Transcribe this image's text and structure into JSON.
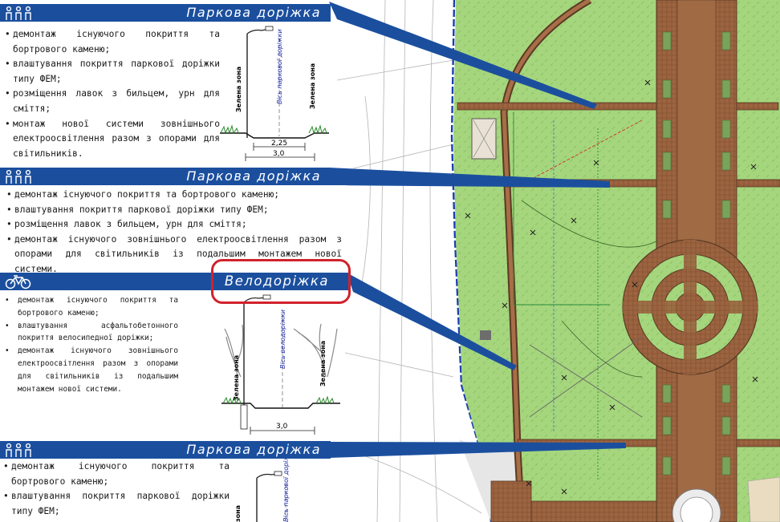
{
  "sections": [
    {
      "title": "Паркова доріжка",
      "icon": "people-icon",
      "items": [
        "демонтаж існуючого покриття та бортрового каменю;",
        "влаштування покриття паркової доріжки типу ФЕМ;",
        "розміщення лавок з бильцем, урн для сміття;",
        "монтаж нової системи зовнішнього електроосвітлення разом з опорами для світильників."
      ],
      "section_labels": {
        "left": "Зелена зона",
        "center": "Вісь паркової доріжки",
        "right": "Зелена зона"
      },
      "dimensions": [
        "2,25",
        "3,0"
      ]
    },
    {
      "title": "Паркова доріжка",
      "icon": "people-icon",
      "items": [
        "демонтаж існуючого покриття та бортрового каменю;",
        "влаштування покриття паркової доріжки типу ФЕМ;",
        "розміщення лавок з бильцем, урн для сміття;",
        "демонтаж існуючого зовнішнього електроосвітлення разом з опорами для світильників із подальшим монтажем нової системи."
      ]
    },
    {
      "title": "Велодоріжка",
      "icon": "bicycle-icon",
      "items": [
        "демонтаж існуючого покриття та бортрового каменю;",
        "влаштування асфальтобетонного покриття велосипедної доріжки;",
        "демонтаж існуючого зовнішнього електроосвітлення разом з опорами для світильників із подальшим монтажем нової системи."
      ],
      "section_labels": {
        "left": "Зелена зона",
        "center": "Вісь велодоріжки",
        "right": "Зелена зона"
      },
      "dimensions": [
        "3,0"
      ]
    },
    {
      "title": "Паркова доріжка",
      "icon": "people-icon",
      "items": [
        "демонтаж існуючого покриття та бортрового каменю;",
        "влаштування покриття паркової доріжки типу ФЕМ;"
      ],
      "section_labels": {
        "left": "зона",
        "center": "Вісь паркової доріжки"
      }
    }
  ],
  "colors": {
    "band": "#1b4f9e",
    "lawn": "#a5d67d",
    "paving": "#9c6440",
    "path_border": "#5a3a24",
    "highlight": "#d0222b",
    "map_background": "#ffffff"
  }
}
